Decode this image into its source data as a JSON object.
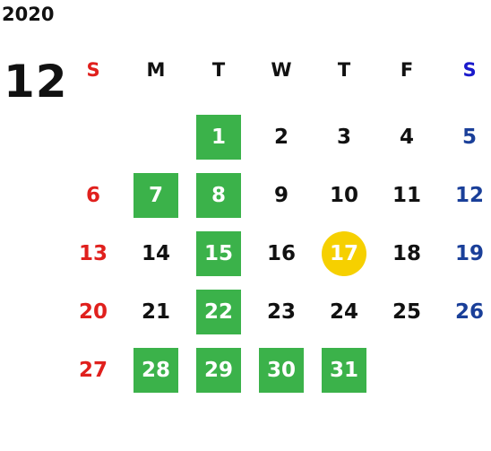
{
  "year": "2020",
  "month": "12",
  "weekdays": [
    {
      "label": "S",
      "color": "#e0201d"
    },
    {
      "label": "M",
      "color": "#111111"
    },
    {
      "label": "T",
      "color": "#111111"
    },
    {
      "label": "W",
      "color": "#111111"
    },
    {
      "label": "T",
      "color": "#111111"
    },
    {
      "label": "F",
      "color": "#111111"
    },
    {
      "label": "S",
      "color": "#1a1acc"
    }
  ],
  "days": [
    {
      "day": "1",
      "weekday": 2,
      "week": 0,
      "style": "green"
    },
    {
      "day": "2",
      "weekday": 3,
      "week": 0,
      "style": "normal"
    },
    {
      "day": "3",
      "weekday": 4,
      "week": 0,
      "style": "normal"
    },
    {
      "day": "4",
      "weekday": 5,
      "week": 0,
      "style": "normal"
    },
    {
      "day": "5",
      "weekday": 6,
      "week": 0,
      "style": "sat"
    },
    {
      "day": "6",
      "weekday": 0,
      "week": 1,
      "style": "sun"
    },
    {
      "day": "7",
      "weekday": 1,
      "week": 1,
      "style": "green"
    },
    {
      "day": "8",
      "weekday": 2,
      "week": 1,
      "style": "green"
    },
    {
      "day": "9",
      "weekday": 3,
      "week": 1,
      "style": "normal"
    },
    {
      "day": "10",
      "weekday": 4,
      "week": 1,
      "style": "normal"
    },
    {
      "day": "11",
      "weekday": 5,
      "week": 1,
      "style": "normal"
    },
    {
      "day": "12",
      "weekday": 6,
      "week": 1,
      "style": "sat"
    },
    {
      "day": "13",
      "weekday": 0,
      "week": 2,
      "style": "sun"
    },
    {
      "day": "14",
      "weekday": 1,
      "week": 2,
      "style": "normal"
    },
    {
      "day": "15",
      "weekday": 2,
      "week": 2,
      "style": "green"
    },
    {
      "day": "16",
      "weekday": 3,
      "week": 2,
      "style": "normal"
    },
    {
      "day": "17",
      "weekday": 4,
      "week": 2,
      "style": "today"
    },
    {
      "day": "18",
      "weekday": 5,
      "week": 2,
      "style": "normal"
    },
    {
      "day": "19",
      "weekday": 6,
      "week": 2,
      "style": "sat"
    },
    {
      "day": "20",
      "weekday": 0,
      "week": 3,
      "style": "sun"
    },
    {
      "day": "21",
      "weekday": 1,
      "week": 3,
      "style": "normal"
    },
    {
      "day": "22",
      "weekday": 2,
      "week": 3,
      "style": "green"
    },
    {
      "day": "23",
      "weekday": 3,
      "week": 3,
      "style": "normal"
    },
    {
      "day": "24",
      "weekday": 4,
      "week": 3,
      "style": "normal"
    },
    {
      "day": "25",
      "weekday": 5,
      "week": 3,
      "style": "normal"
    },
    {
      "day": "26",
      "weekday": 6,
      "week": 3,
      "style": "sat"
    },
    {
      "day": "27",
      "weekday": 0,
      "week": 4,
      "style": "sun"
    },
    {
      "day": "28",
      "weekday": 1,
      "week": 4,
      "style": "green"
    },
    {
      "day": "29",
      "weekday": 2,
      "week": 4,
      "style": "green"
    },
    {
      "day": "30",
      "weekday": 3,
      "week": 4,
      "style": "green"
    },
    {
      "day": "31",
      "weekday": 4,
      "week": 4,
      "style": "green"
    }
  ],
  "colors": {
    "highlight_green": "#3bb24a",
    "today_yellow": "#f6d000",
    "sunday_red": "#e0201d",
    "saturday_blue": "#1a3f99"
  }
}
